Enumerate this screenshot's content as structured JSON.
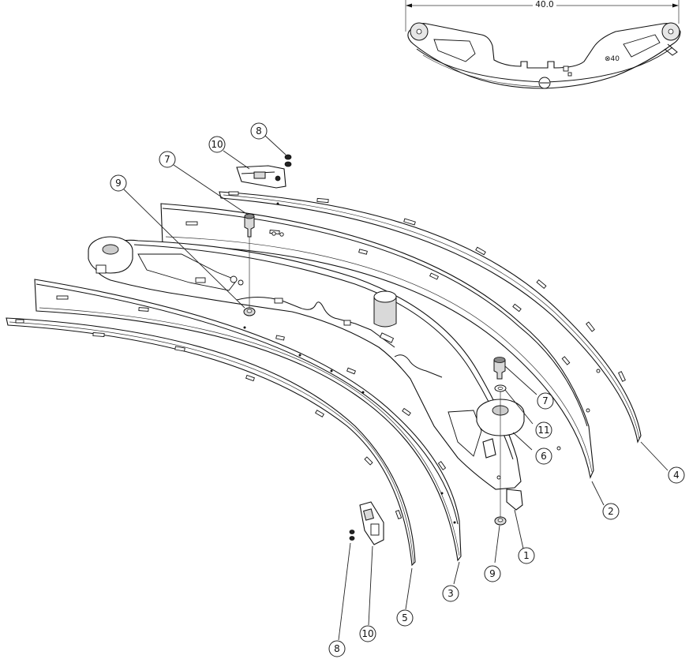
{
  "dimension": {
    "label": "40.0"
  },
  "inset_marking": {
    "label": "⊗40"
  },
  "balloons": [
    {
      "id": "balloon-8-top",
      "label": "8"
    },
    {
      "id": "balloon-10-top",
      "label": "10"
    },
    {
      "id": "balloon-7-top",
      "label": "7"
    },
    {
      "id": "balloon-9-top",
      "label": "9"
    },
    {
      "id": "balloon-7-right",
      "label": "7"
    },
    {
      "id": "balloon-11",
      "label": "11"
    },
    {
      "id": "balloon-6",
      "label": "6"
    },
    {
      "id": "balloon-4",
      "label": "4"
    },
    {
      "id": "balloon-2",
      "label": "2"
    },
    {
      "id": "balloon-1",
      "label": "1"
    },
    {
      "id": "balloon-9-bottom",
      "label": "9"
    },
    {
      "id": "balloon-3",
      "label": "3"
    },
    {
      "id": "balloon-5",
      "label": "5"
    },
    {
      "id": "balloon-10-bottom",
      "label": "10"
    },
    {
      "id": "balloon-8-bottom",
      "label": "8"
    }
  ]
}
